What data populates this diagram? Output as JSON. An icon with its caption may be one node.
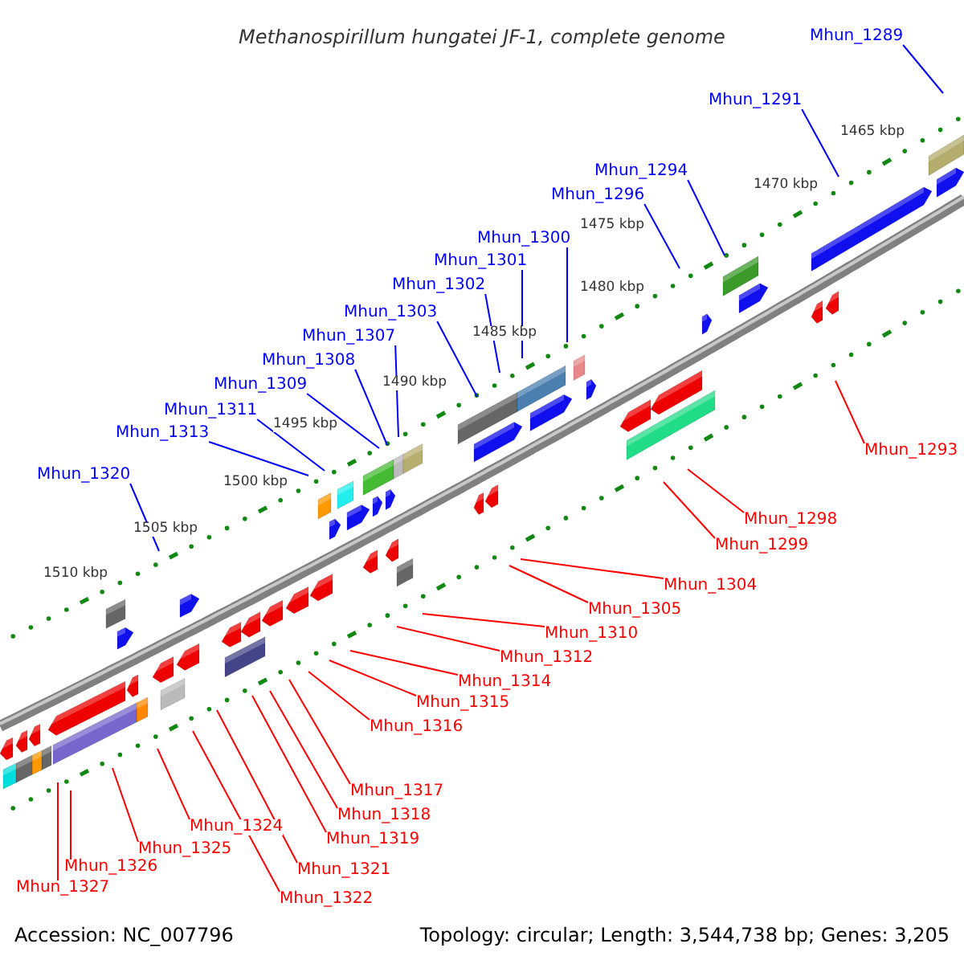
{
  "diagram": {
    "title": "Methanospirillum hungatei JF-1, complete genome",
    "nodes": [
      {
        "text": [
          "Mhun_1289"
        ]
      },
      {
        "text": [
          "Mhun_1291"
        ]
      },
      {
        "text": [
          "Mhun_1294"
        ]
      },
      {
        "text": [
          "Mhun_1296"
        ]
      },
      {
        "text": [
          "Mhun_1300"
        ]
      },
      {
        "text": [
          "Mhun_1301"
        ]
      },
      {
        "text": [
          "Mhun_1302"
        ]
      },
      {
        "text": [
          "Mhun_1303"
        ]
      },
      {
        "text": [
          "Mhun_1307"
        ]
      },
      {
        "text": [
          "Mhun_1308"
        ]
      },
      {
        "text": [
          "Mhun_1309"
        ]
      },
      {
        "text": [
          "Mhun_1311"
        ]
      },
      {
        "text": [
          "Mhun_1313"
        ]
      },
      {
        "text": [
          "Mhun_1293"
        ]
      },
      {
        "text": [
          "Mhun_1320"
        ]
      },
      {
        "text": [
          "Mhun_1298"
        ]
      },
      {
        "text": [
          "Mhun_1299"
        ]
      },
      {
        "text": [
          "Mhun_1304"
        ]
      },
      {
        "text": [
          "Mhun_1305"
        ]
      },
      {
        "text": [
          "Mhun_1310"
        ]
      },
      {
        "text": [
          "Mhun_1312"
        ]
      },
      {
        "text": [
          "Mhun_1314"
        ]
      },
      {
        "text": [
          "Mhun_1315"
        ]
      },
      {
        "text": [
          "Mhun_1316"
        ]
      },
      {
        "text": [
          "Mhun_1317"
        ]
      },
      {
        "text": [
          "Mhun_1318"
        ]
      },
      {
        "text": [
          "Mhun_1324"
        ]
      },
      {
        "text": [
          "Mhun_1319"
        ]
      },
      {
        "text": [
          "Mhun_1325"
        ]
      },
      {
        "text": [
          "Mhun_1326"
        ]
      },
      {
        "text": [
          "Mhun_1321"
        ]
      },
      {
        "text": [
          "Mhun_1327"
        ]
      },
      {
        "text": [
          "Mhun_1322"
        ]
      }
    ],
    "edges": [
      {
        "from": 0,
        "to": null,
        "arrow": "none",
        "color": "#0000ff"
      },
      {
        "from": 1,
        "to": null,
        "arrow": "none",
        "color": "#0000ff"
      },
      {
        "from": 2,
        "to": null,
        "arrow": "none",
        "color": "#0000ff"
      },
      {
        "from": 3,
        "to": null,
        "arrow": "none",
        "color": "#0000ff"
      },
      {
        "from": 4,
        "to": null,
        "arrow": "none",
        "color": "#0000ff"
      },
      {
        "from": 5,
        "to": null,
        "arrow": "none",
        "color": "#0000ff"
      },
      {
        "from": 6,
        "to": null,
        "arrow": "none",
        "color": "#0000ff"
      },
      {
        "from": 7,
        "to": null,
        "arrow": "none",
        "color": "#0000ff"
      },
      {
        "from": 8,
        "to": null,
        "arrow": "none",
        "color": "#0000ff"
      },
      {
        "from": 9,
        "to": null,
        "arrow": "none",
        "color": "#0000ff"
      },
      {
        "from": 10,
        "to": null,
        "arrow": "none",
        "color": "#0000ff"
      },
      {
        "from": 11,
        "to": null,
        "arrow": "none",
        "color": "#0000ff"
      },
      {
        "from": 12,
        "to": null,
        "arrow": "none",
        "color": "#0000ff"
      },
      {
        "from": 13,
        "to": null,
        "arrow": "none"
      },
      {
        "from": 14,
        "to": null,
        "arrow": "none",
        "color": "#0000ff"
      },
      {
        "from": 15,
        "to": null,
        "arrow": "none"
      },
      {
        "from": 16,
        "to": null,
        "arrow": "none"
      },
      {
        "from": 17,
        "to": null,
        "arrow": "none"
      },
      {
        "from": 18,
        "to": null,
        "arrow": "none"
      },
      {
        "from": 19,
        "to": null,
        "arrow": "none"
      },
      {
        "from": 20,
        "to": null,
        "arrow": "none"
      },
      {
        "from": 21,
        "to": null,
        "arrow": "none"
      },
      {
        "from": 22,
        "to": null,
        "arrow": "none"
      },
      {
        "from": 23,
        "to": null,
        "arrow": "none"
      },
      {
        "from": 24,
        "to": null,
        "arrow": "none"
      },
      {
        "from": 25,
        "to": null,
        "arrow": "none"
      },
      {
        "from": 26,
        "to": null,
        "arrow": "none"
      },
      {
        "from": 27,
        "to": null,
        "arrow": "none"
      },
      {
        "from": 28,
        "to": null,
        "arrow": "none"
      },
      {
        "from": 29,
        "to": null,
        "arrow": "none"
      },
      {
        "from": 30,
        "to": null,
        "arrow": "none"
      },
      {
        "from": 31,
        "to": null,
        "arrow": "none"
      },
      {
        "from": 32,
        "to": null,
        "arrow": "none"
      }
    ],
    "labels": [
      "1465 kbp",
      "1470 kbp",
      "1475 kbp",
      "1480 kbp",
      "1485 kbp",
      "1490 kbp",
      "1495 kbp",
      "1500 kbp",
      "1505 kbp",
      "1510 kbp",
      "Accession: NC_007796",
      "Topology: circular; Length: 3,544,738 bp; Genes: 3,205"
    ]
  }
}
